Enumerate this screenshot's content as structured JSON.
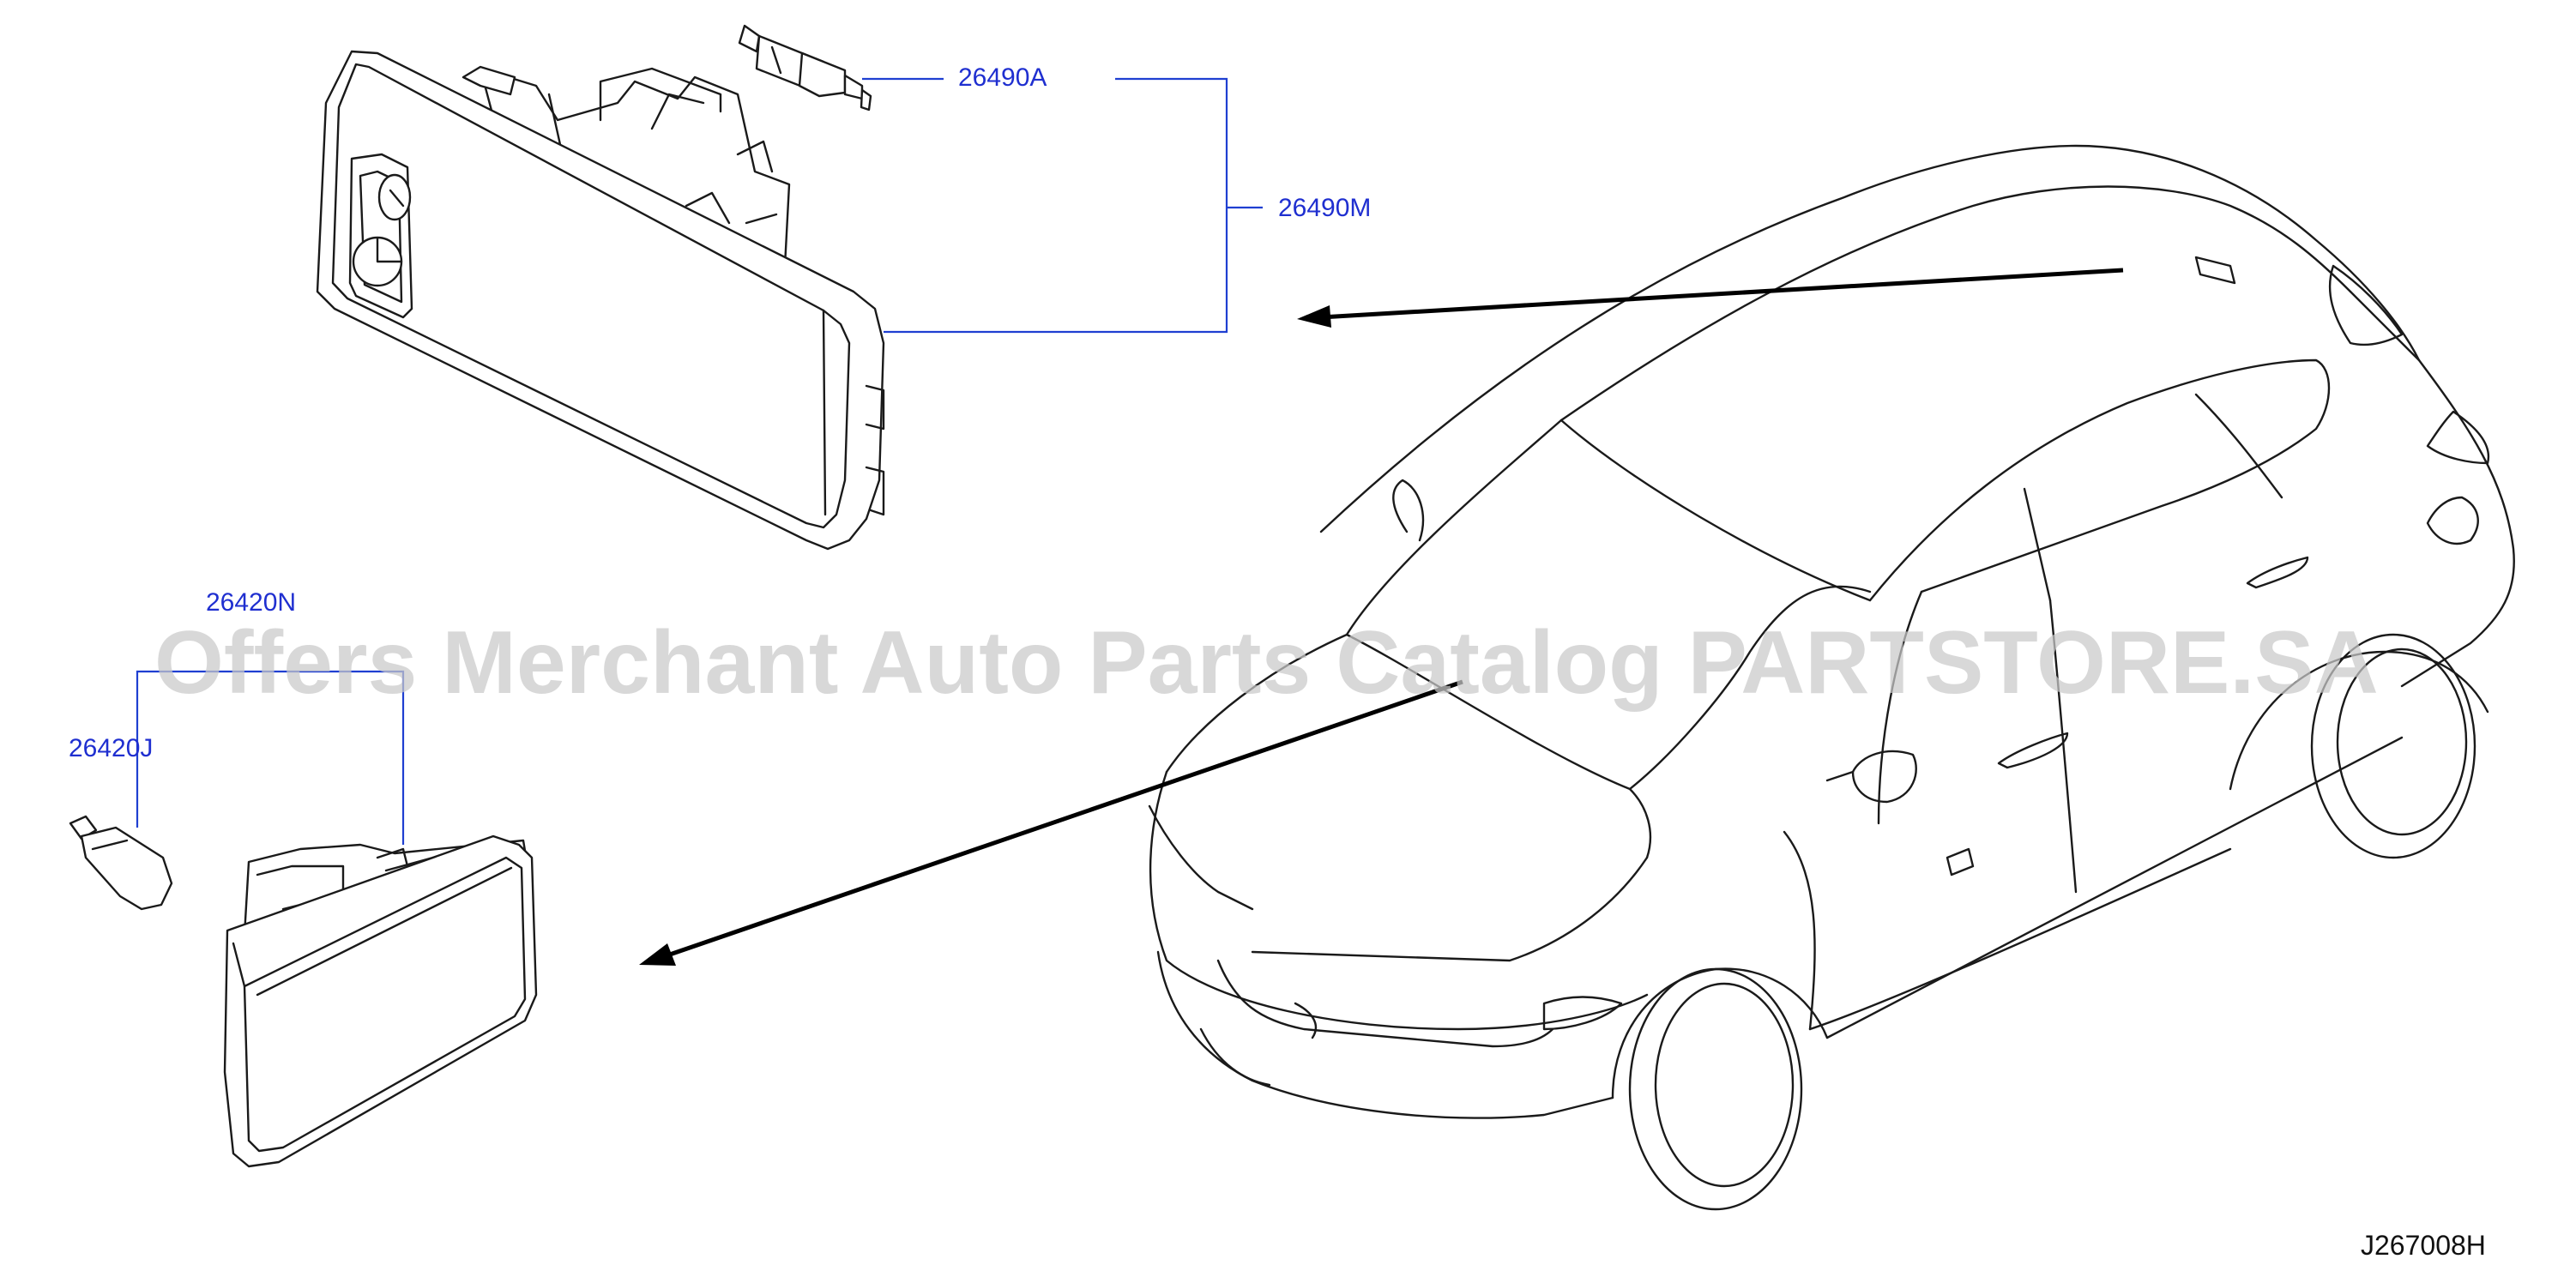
{
  "diagram": {
    "colors": {
      "line": "#1a1a1a",
      "leader": "#1f3fd1",
      "part_label": "#1f2fd0",
      "watermark": "#c9c9c9"
    },
    "parts": {
      "bulb_upper": "26490A",
      "lamp_upper": "26490M",
      "lamp_lower": "26420N",
      "bulb_lower": "26420J"
    },
    "watermark": "Offers Merchant Auto Parts Catalog PARTSTORE.SA",
    "drawing_code": "J267008H"
  }
}
